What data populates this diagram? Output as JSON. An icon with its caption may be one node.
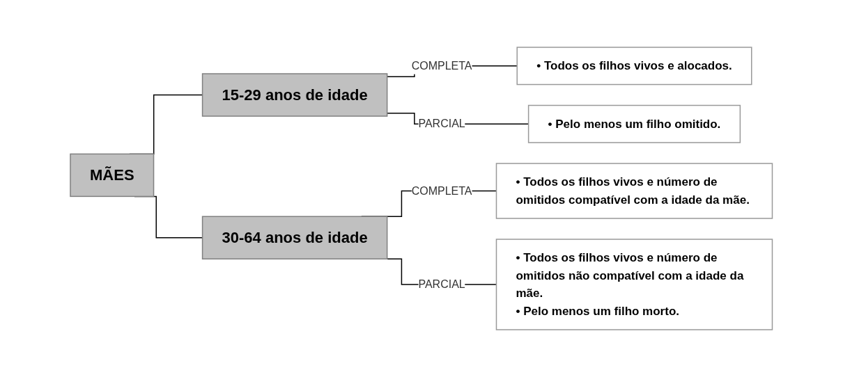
{
  "diagram": {
    "nodes": [
      {
        "text": [
          "MÃES"
        ]
      },
      {
        "text": [
          "15-29 anos de idade"
        ]
      },
      {
        "text": [
          "30-64 anos de idade"
        ]
      },
      {
        "text": [
          "• Todos os filhos vivos e alocados."
        ]
      },
      {
        "text": [
          "• Pelo menos um filho omitido."
        ]
      },
      {
        "text": [
          "• Todos os filhos vivos e número de omitidos compatível com a idade da mãe."
        ]
      },
      {
        "text": [
          "• Todos os filhos vivos e número de omitidos não compatível com a idade da mãe.",
          "• Pelo menos um filho morto."
        ]
      }
    ],
    "edges": [
      {
        "from": 0,
        "to": 1,
        "arrow": "none"
      },
      {
        "from": 0,
        "to": 2,
        "arrow": "none"
      },
      {
        "from": 1,
        "to": 3,
        "arrow": "none",
        "label": "COMPLETA"
      },
      {
        "from": 1,
        "to": 4,
        "arrow": "none",
        "label": "PARCIAL"
      },
      {
        "from": 2,
        "to": 5,
        "arrow": "none",
        "label": "COMPLETA"
      },
      {
        "from": 2,
        "to": 6,
        "arrow": "none",
        "label": "PARCIAL"
      }
    ]
  }
}
